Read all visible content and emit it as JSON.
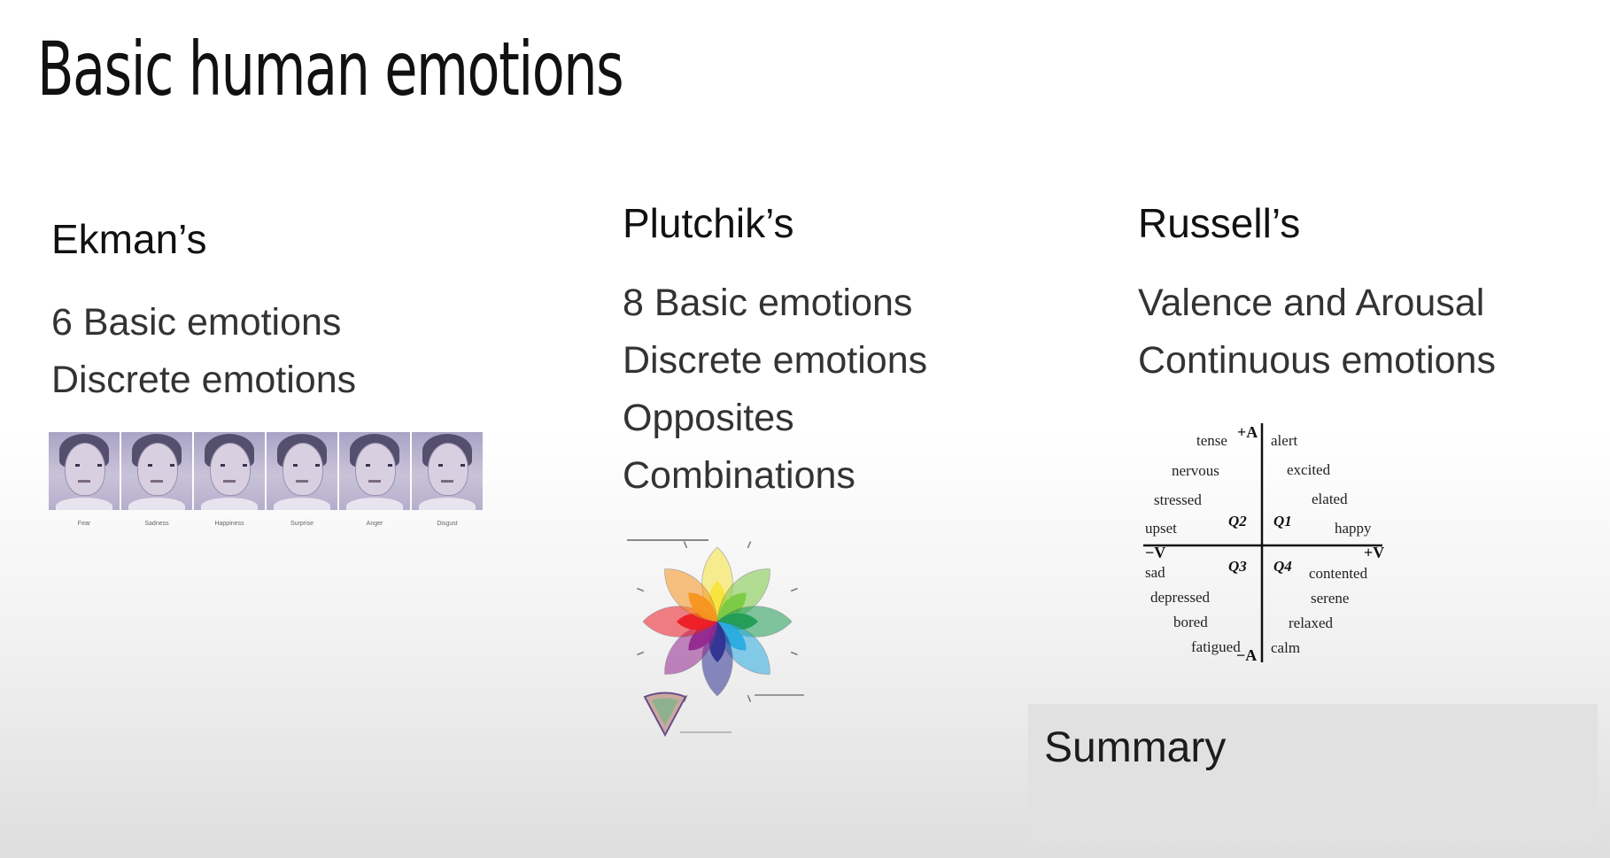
{
  "slide": {
    "title": "Basic human emotions"
  },
  "ekman": {
    "heading": "Ekman’s",
    "lines": [
      "6 Basic emotions",
      "Discrete emotions"
    ],
    "faces": [
      "Fear",
      "Sadness",
      "Happiness",
      "Surprise",
      "Anger",
      "Disgust"
    ]
  },
  "plutchik": {
    "heading": "Plutchik’s",
    "lines": [
      "8 Basic emotions",
      "Discrete emotions",
      "Opposites",
      "Combinations"
    ],
    "petal_colors": [
      "#f7e43a",
      "#7ac943",
      "#1f9d55",
      "#29abe2",
      "#2e3192",
      "#92278f",
      "#ed1c24",
      "#f7931e"
    ]
  },
  "russell": {
    "heading": "Russell’s",
    "lines": [
      "Valence and Arousal",
      "Continuous emotions"
    ],
    "axes": {
      "pos_arousal": "+A",
      "neg_arousal": "−A",
      "pos_valence": "+V",
      "neg_valence": "−V"
    },
    "quadrants": [
      "Q1",
      "Q2",
      "Q3",
      "Q4"
    ],
    "words": {
      "q2": [
        "tense",
        "nervous",
        "stressed",
        "upset"
      ],
      "q1": [
        "alert",
        "excited",
        "elated",
        "happy"
      ],
      "q3": [
        "sad",
        "depressed",
        "bored",
        "fatigued"
      ],
      "q4": [
        "contented",
        "serene",
        "relaxed",
        "calm"
      ]
    }
  },
  "summary": {
    "label": "Summary"
  }
}
